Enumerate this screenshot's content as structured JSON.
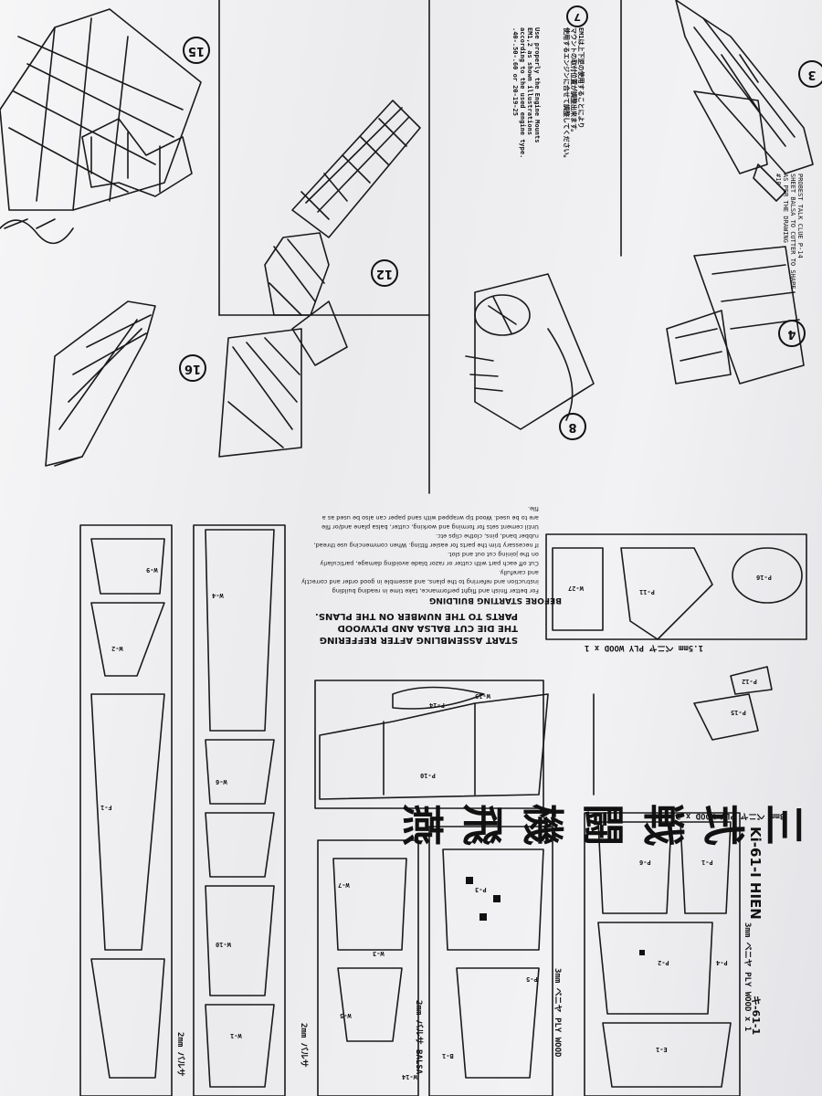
{
  "header": {
    "title_jp": "三式戦闘機 飛燕",
    "model_code": "Ki-61-I HIEN",
    "model_code_jp": "キ-61-1"
  },
  "steps": {
    "step3": "3",
    "step4": "4",
    "step7": "7",
    "step8": "8",
    "step12": "12",
    "step15": "15",
    "step16": "16"
  },
  "notes": {
    "step7_jp": "EM1は上下逆の使用することにより\nマウントの取付位置が調整出来ます。\n使用するエンジンに合せて調整してください。",
    "step7_en": "Use properly the Engine Mounts\nEM1,2 as shown illustrations\naccording to the used engine type.\n.40-.50-.60 or 20-19-25",
    "step3_note": "PROBEST TALK CLUE P-14\nSHEET BALSA TO CUTTER TO SHAPE\nAS PER THE DRAWING\n#10",
    "instructions_title": "START ASSEMBLING AFTER REFFERING\nTHE DIE CUT BALSA AND PLYWOOD\nPARTS TO THE NUMBER ON THE PLANS.",
    "before_title": "BEFORE STARTING BUILDING",
    "before_body": "For better finish and flight performance, take time in reading building\ninstruction and referring to the plans, and assemble in good order and correctly\nand carefully.\nCut off each part with cutter or razor blade avoiding damage, particularly\non the joining cut out and slot.\nIf necessary trim the parts for easier fitting. When commencing use thread,\nrubber band, pins, clothe clips etc.\nUntil cement sets for forming and working, cutter, balsa plane and/or file\nare to be used. Wood tip wrapped with sand paper can also be used as a\nfile."
  },
  "sheets": {
    "ply15": "1.5mm ベニヤ PLY WOOD x 1",
    "ply3x2": "3mm ベニヤ PLY WOOD x 2",
    "ply3x1": "3mm ベニヤ PLY WOOD x 1",
    "ply3b": "3mm ベニヤ PLY WOOD",
    "balsa2a": "2mm バルサ BALSA",
    "balsa2b": "2mm バルサ",
    "balsa2c": "2mm バルサ"
  },
  "parts": {
    "p1": "P-1",
    "p2": "P-2",
    "p3": "P-3",
    "p4": "P-4",
    "p5": "P-5",
    "p6": "P-6",
    "p10": "P-10",
    "p11": "P-11",
    "p12": "P-12",
    "p14": "P-14",
    "p15": "P-15",
    "p16": "P-16",
    "w1": "W-1",
    "w2": "W-2",
    "w3": "W-3",
    "w4": "W-4",
    "w5": "W-5",
    "w6": "W-6",
    "w7": "W-7",
    "w9": "W-9",
    "w10": "W-10",
    "w14": "W-14",
    "w19": "W-19",
    "w27": "W-27",
    "f1": "F-1",
    "e1": "E-1",
    "b1": "B-1"
  }
}
